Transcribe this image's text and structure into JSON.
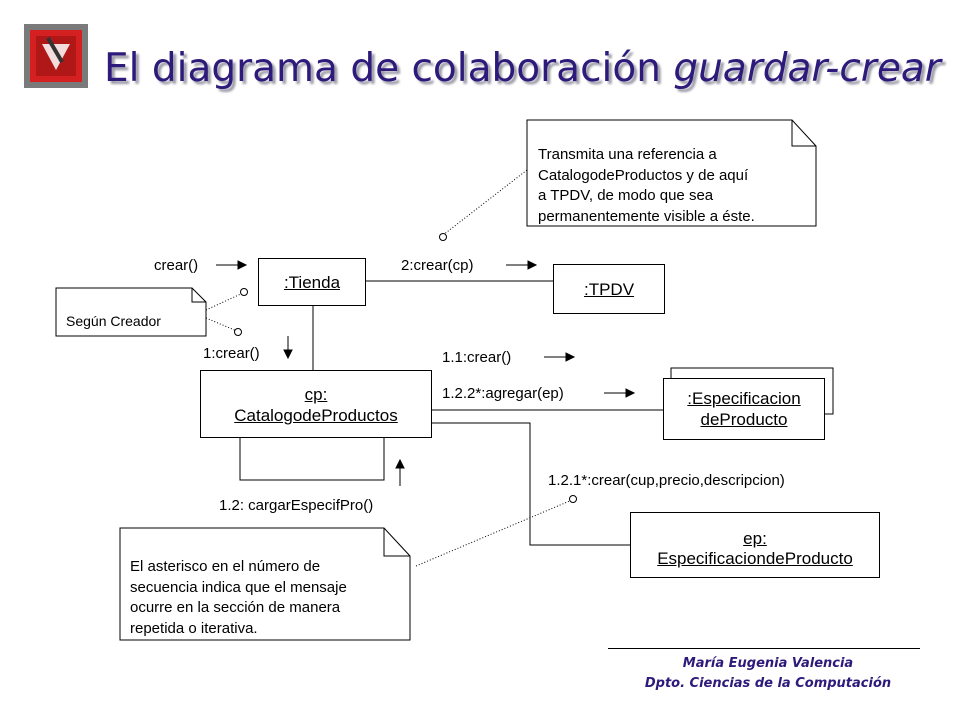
{
  "title": {
    "main": "El diagrama de colaboración ",
    "italic": "guardar-crear"
  },
  "objects": {
    "tienda": ":Tienda",
    "tpdv": ":TPDV",
    "catalogo_line1": "cp:",
    "catalogo_line2": "CatalogodeProductos",
    "especificacion_multi_line1": ":Especificacion",
    "especificacion_multi_line2": "deProducto",
    "ep_line1": "ep:",
    "ep_line2": "EspecificaciondeProducto"
  },
  "messages": {
    "crear": "crear()",
    "crear_cp": "2:crear(cp)",
    "one_crear": "1:crear()",
    "one_one_crear": "1.1:crear()",
    "agregar": "1.2.2*:agregar(ep)",
    "cargar": "1.2: cargarEspecifPro()",
    "crear_cup": "1.2.1*:crear(cup,precio,descripcion)"
  },
  "notes": {
    "creador": "Según Creador",
    "transmita": [
      "Transmita una referencia a",
      "CatalogodeProductos y de aquí",
      "a TPDV, de modo que sea",
      "permanentemente visible a éste."
    ],
    "asterisco": [
      "El asterisco en el número de",
      "secuencia indica que el mensaje",
      "ocurre en la sección de manera",
      "repetida o iterativa."
    ]
  },
  "footer": {
    "author": "María Eugenia Valencia",
    "dept": "Dpto. Ciencias de la Computación"
  },
  "colors": {
    "title": "#2e1a7a",
    "logo_red": "#d42020",
    "logo_gray": "#7a7a7a"
  }
}
